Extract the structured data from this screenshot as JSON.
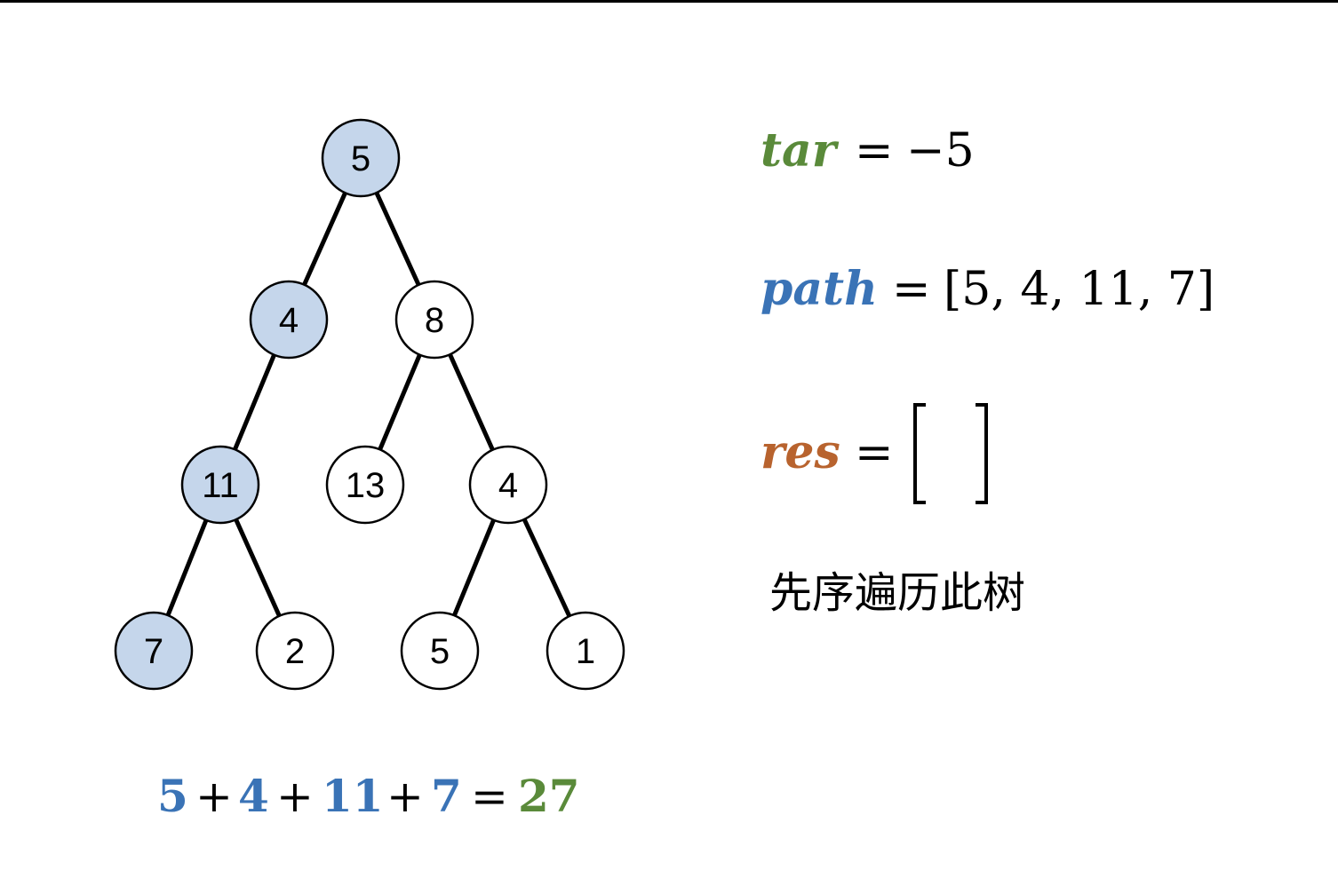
{
  "colors": {
    "highlight_fill": "#c5d6eb",
    "node_stroke": "#000000",
    "tar_color": "#5a8a3a",
    "path_color": "#3a73b6",
    "res_color": "#b8632e",
    "text": "#000000"
  },
  "tree": {
    "nodes": [
      {
        "id": "n0",
        "value": "5",
        "highlighted": true
      },
      {
        "id": "n1",
        "value": "4",
        "highlighted": true
      },
      {
        "id": "n2",
        "value": "8",
        "highlighted": false
      },
      {
        "id": "n3",
        "value": "11",
        "highlighted": true
      },
      {
        "id": "n4",
        "value": "13",
        "highlighted": false
      },
      {
        "id": "n5",
        "value": "4",
        "highlighted": false
      },
      {
        "id": "n6",
        "value": "7",
        "highlighted": true
      },
      {
        "id": "n7",
        "value": "2",
        "highlighted": false
      },
      {
        "id": "n8",
        "value": "5",
        "highlighted": false
      },
      {
        "id": "n9",
        "value": "1",
        "highlighted": false
      }
    ],
    "edges": [
      [
        "n0",
        "n1"
      ],
      [
        "n0",
        "n2"
      ],
      [
        "n1",
        "n3"
      ],
      [
        "n2",
        "n4"
      ],
      [
        "n2",
        "n5"
      ],
      [
        "n3",
        "n6"
      ],
      [
        "n3",
        "n7"
      ],
      [
        "n5",
        "n8"
      ],
      [
        "n5",
        "n9"
      ]
    ]
  },
  "equations": {
    "tar": {
      "name": "tar",
      "eq": "=",
      "value": "−5"
    },
    "path": {
      "name": "path",
      "eq": "=",
      "value": "[5, 4, 11, 7]"
    },
    "res": {
      "name": "res",
      "eq": "="
    }
  },
  "caption": "先序遍历此树",
  "sum": {
    "terms": [
      "5",
      "4",
      "11",
      "7"
    ],
    "plus": "+",
    "eq": "=",
    "total": "27"
  }
}
